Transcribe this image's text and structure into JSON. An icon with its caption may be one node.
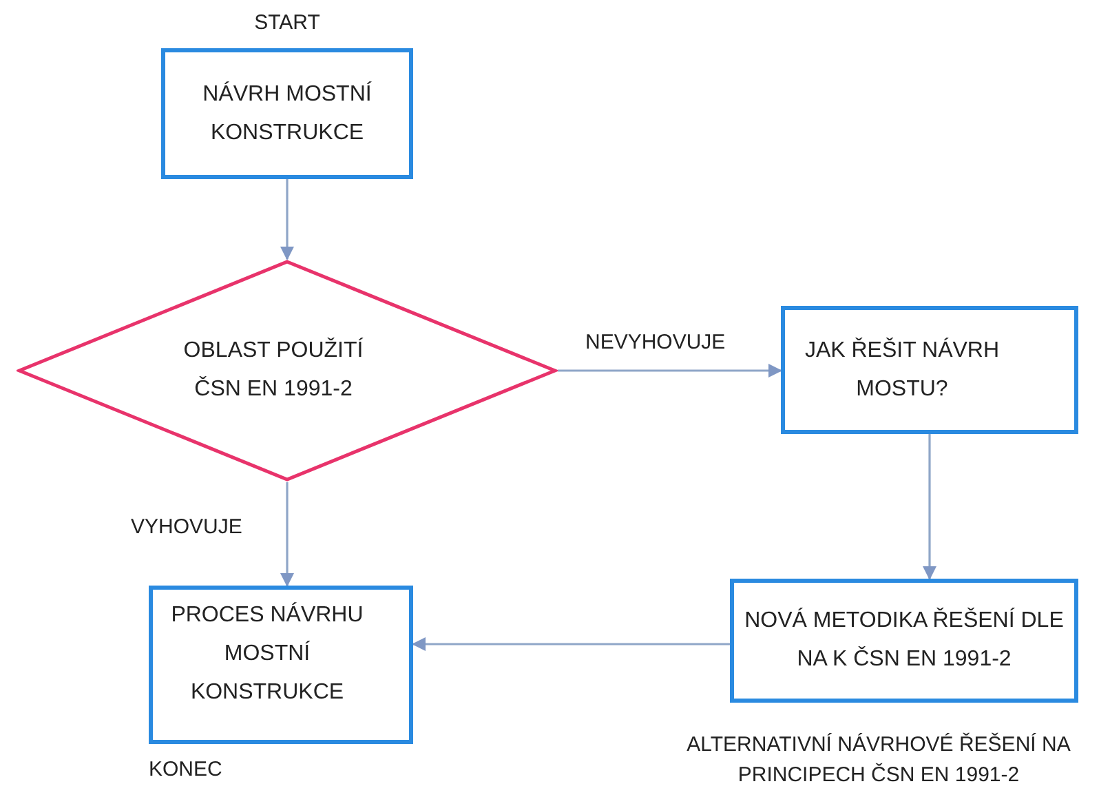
{
  "diagram": {
    "nodes": [
      {
        "text": [
          "NÁVRH MOSTNÍ KONSTRUKCE"
        ],
        "beside": [
          "START"
        ]
      },
      {
        "text": [
          "OBLAST POUŽITÍ ČSN EN  1991-2"
        ]
      },
      {
        "text": [
          "JAK ŘEŠIT NÁVRH MOSTU?"
        ]
      },
      {
        "text": [
          "NOVÁ METODIKA ŘEŠENÍ DLE NA K ČSN EN 1991-2"
        ],
        "beside": [
          "ALTERNATIVNÍ NÁVRHOVÉ ŘEŠENÍ NA PRINCIPECH ČSN EN 1991-2"
        ]
      },
      {
        "text": [
          "PROCES NÁVRHU MOSTNÍ KONSTRUKCE"
        ],
        "beside": [
          "KONEC"
        ]
      }
    ],
    "edges": [
      {
        "from": 0,
        "to": 1,
        "arrow": "to"
      },
      {
        "from": 1,
        "to": 2,
        "arrow": "to",
        "label": "NEVYHOVUJE"
      },
      {
        "from": 1,
        "to": 4,
        "arrow": "to",
        "label": "VYHOVUJE"
      },
      {
        "from": 2,
        "to": 3,
        "arrow": "to"
      },
      {
        "from": 3,
        "to": 4,
        "arrow": "to"
      }
    ]
  }
}
